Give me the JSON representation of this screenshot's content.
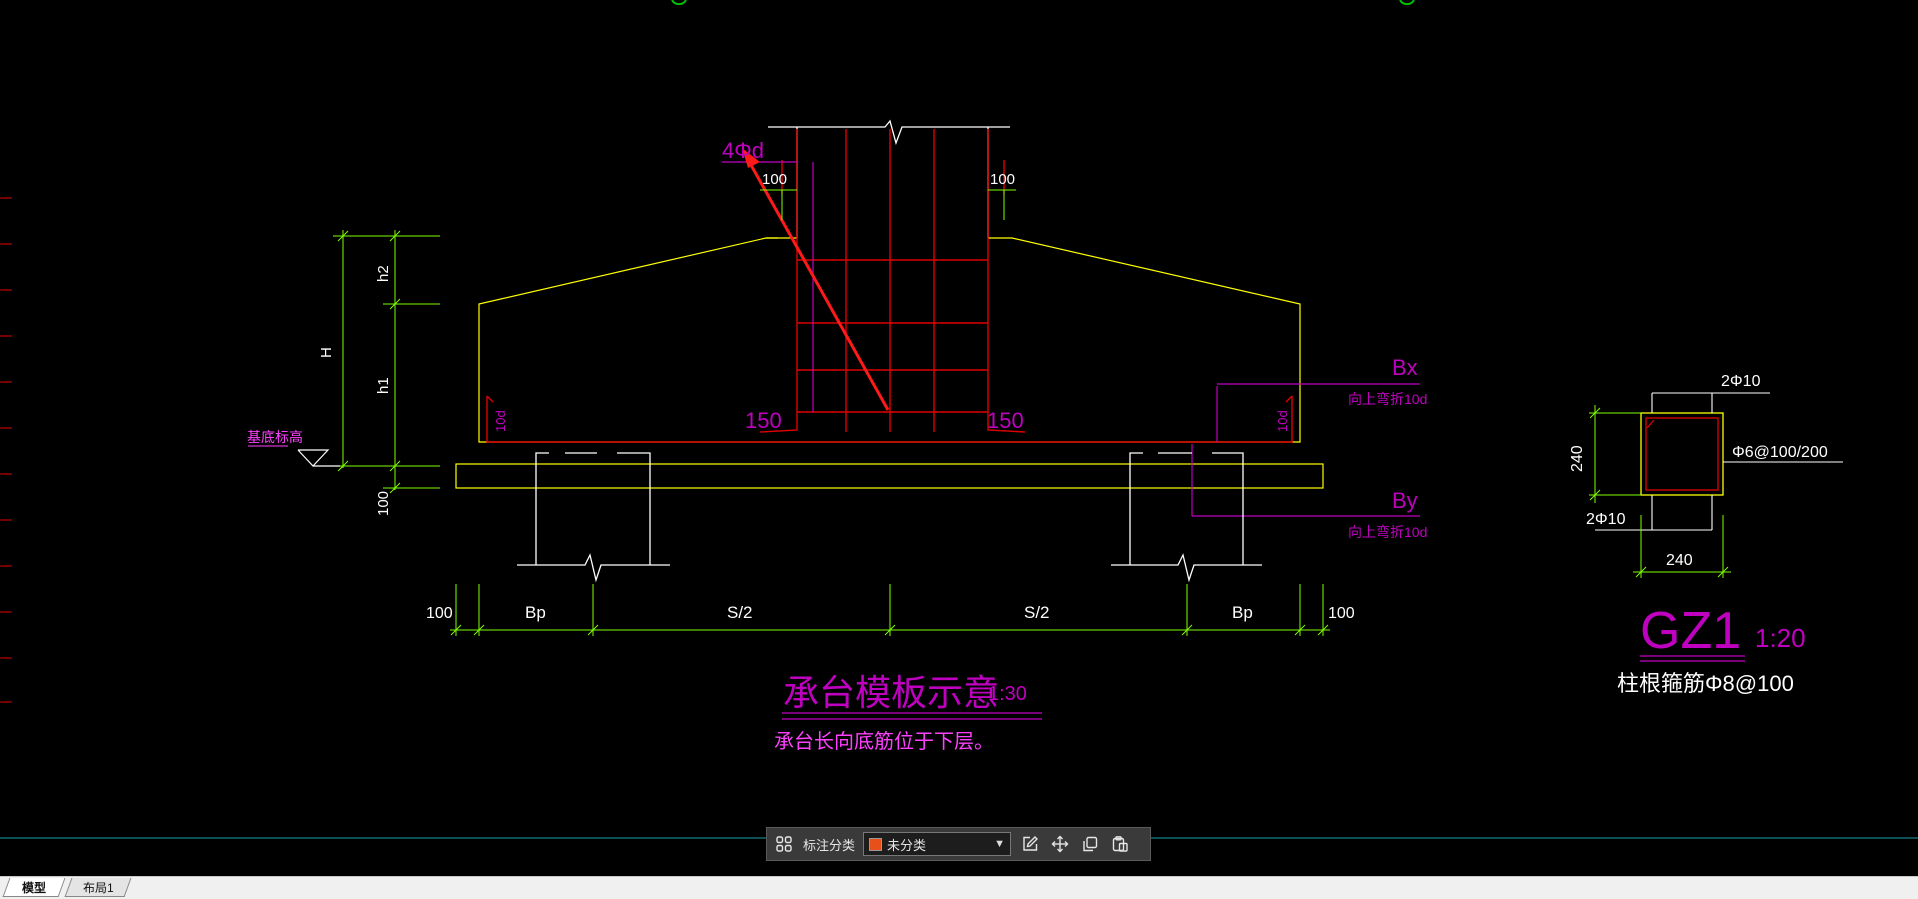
{
  "drawing": {
    "title": "承台模板示意",
    "title_scale": "1:30",
    "note": "承台长向底筋位于下层。",
    "rebar_label": "4Φd",
    "dim_100_left": "100",
    "dim_100_right": "100",
    "dim_150_left": "150",
    "dim_150_right": "150",
    "dim_10d_left": "10d",
    "dim_10d_right": "10d",
    "label_bx": "Bx",
    "label_bx_note": "向上弯折10d",
    "label_by": "By",
    "label_by_note": "向上弯折10d",
    "dim_h": "H",
    "dim_h1": "h1",
    "dim_h2": "h2",
    "dim_bottom_100": "100",
    "elev_label": "基底标高",
    "dims_bottom": [
      "100",
      "Bp",
      "S/2",
      "S/2",
      "Bp",
      "100"
    ]
  },
  "detail": {
    "title": "GZ1",
    "scale": "1:20",
    "note": "柱根箍筋Φ8@100",
    "top_rebar": "2Φ10",
    "bottom_rebar": "2Φ10",
    "stirrup": "Φ6@100/200",
    "dim_height": "240",
    "dim_width": "240"
  },
  "toolbar": {
    "category_label": "标注分类",
    "category_value": "未分类",
    "category_color": "#e8501a"
  },
  "tabs": [
    {
      "label": "模型"
    },
    {
      "label": "布局1"
    }
  ]
}
